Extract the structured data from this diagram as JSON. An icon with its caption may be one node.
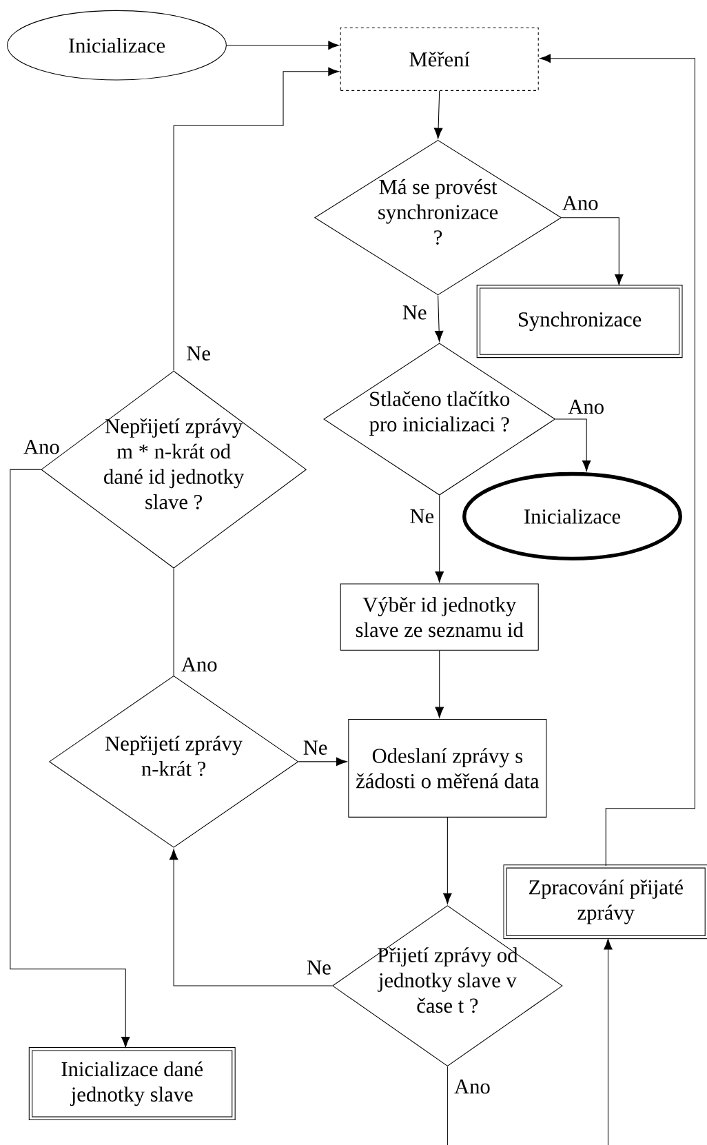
{
  "diagram": {
    "nodes": [
      {
        "text": [
          "Inicializace"
        ]
      },
      {
        "text": [
          "Měření"
        ]
      },
      {
        "text": [
          "Má se provést synchronizace ?"
        ]
      },
      {
        "text": [
          "Synchronizace"
        ]
      },
      {
        "text": [
          "Stlačeno tlačítko pro inicializaci ?"
        ]
      },
      {
        "text": [
          "Inicializace"
        ]
      },
      {
        "text": [
          "Výběr id jednotky slave ze seznamu id"
        ]
      },
      {
        "text": [
          "Odeslaní zprávy s žádosti o měřená data"
        ]
      },
      {
        "text": [
          "Přijetí zprávy od jednotky slave v čase t ?"
        ]
      },
      {
        "text": [
          "Zpracování přijaté zprávy"
        ]
      },
      {
        "text": [
          "Nepřijetí zprávy n-krát ?"
        ]
      },
      {
        "text": [
          "Nepřijetí zprávy m * n-krát od dané id jednotky slave ?"
        ]
      },
      {
        "text": [
          "Inicializace dané jednotky slave"
        ]
      }
    ],
    "edges": [
      {
        "from": 0,
        "to": 1,
        "arrow": "to"
      },
      {
        "from": 11,
        "to": 1,
        "arrow": "to",
        "label": "Ne"
      },
      {
        "from": 9,
        "to": 1,
        "arrow": "to"
      },
      {
        "from": 1,
        "to": 2,
        "arrow": "to"
      },
      {
        "from": 2,
        "to": 3,
        "arrow": "to",
        "label": "Ano"
      },
      {
        "from": 2,
        "to": 4,
        "arrow": "to",
        "label": "Ne"
      },
      {
        "from": 4,
        "to": 5,
        "arrow": "to",
        "label": "Ano"
      },
      {
        "from": 4,
        "to": 6,
        "arrow": "to",
        "label": "Ne"
      },
      {
        "from": 6,
        "to": 7,
        "arrow": "to"
      },
      {
        "from": 7,
        "to": 8,
        "arrow": "to"
      },
      {
        "from": 8,
        "to": 10,
        "arrow": "to",
        "label": "Ne"
      },
      {
        "from": 10,
        "to": 7,
        "arrow": "to",
        "label": "Ne"
      },
      {
        "from": 10,
        "to": 11,
        "arrow": "none",
        "label": "Ano"
      },
      {
        "from": 11,
        "to": 12,
        "arrow": "to",
        "label": "Ano"
      },
      {
        "from": 8,
        "to": null,
        "arrow": "none",
        "label": "Ano"
      },
      {
        "from": null,
        "to": 9,
        "arrow": "to"
      }
    ]
  }
}
